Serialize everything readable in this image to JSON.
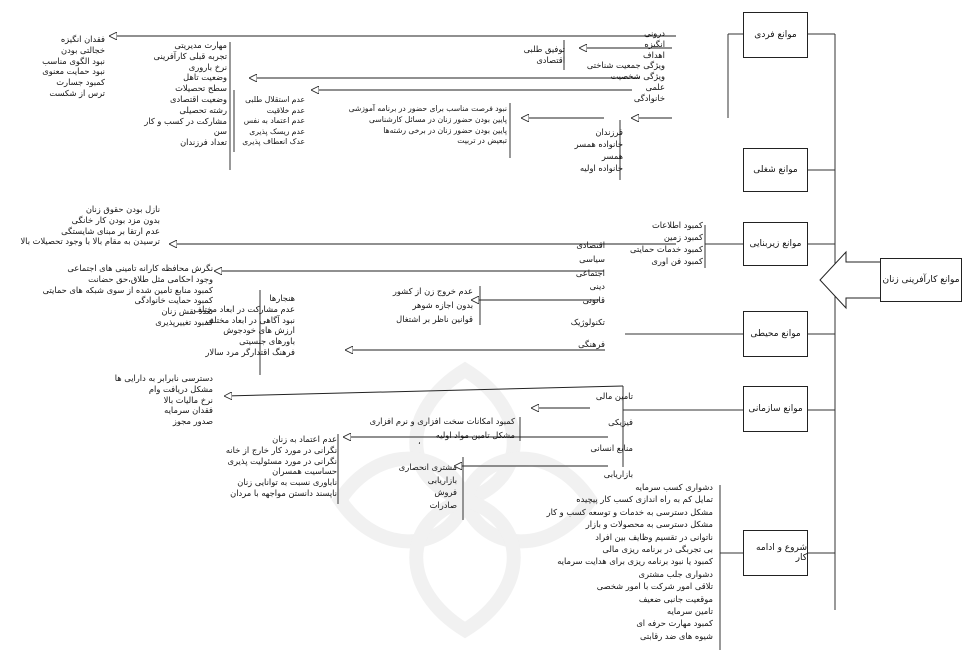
{
  "root": "موانع کارآفرینی زنان",
  "categories": {
    "individual": "موانع فردی",
    "job": "موانع شغلی",
    "infrastructure": "موانع زیربنایی",
    "environmental": "موانع محیطی",
    "organizational": "موانع سازمانی",
    "startup": "شروع و ادامه کار"
  },
  "individual_branch": {
    "items": [
      "درونی",
      "انگیزه",
      "اهداف",
      "ویژگی جمعیت شناختی",
      "ویژگی شخصیت",
      "علمی",
      "خانوادگی"
    ],
    "inner": [
      "فقدان انگیزه",
      "خجالتی بودن",
      "نبود الگوی مناسب",
      "نبود حمایت معنوی",
      "کمبود جسارت",
      "ترس از شکست"
    ],
    "goals": [
      "توفیق طلبی",
      "اقتصادی"
    ],
    "demographic": [
      "مهارت مدیریتی",
      "تجربه قبلی کارآفرینی",
      "نرخ باروری",
      "وضعیت تاهل",
      "سطح تحصیلات",
      "وضعیت اقتصادی",
      "رشته تحصیلی",
      "مشارکت در کسب و کار",
      "سن",
      "تعداد فرزندان"
    ],
    "personality": [
      "عدم استقلال طلبی",
      "عدم خلاقیت",
      "عدم اعتماد به نفس",
      "عدم ریسک پذیری",
      "عدک انعطاف پذیری"
    ],
    "scientific": [
      "نبود فرصت مناسب برای حضور در برنامه آموزشی",
      "پایین بودن حضور زنان در مسائل کارشناسی",
      "پایین بودن حضور زنان در برخی رشته‌ها",
      "تبعیض در تربیت"
    ],
    "family": [
      "فرزندان",
      "خانواده همسر",
      "همسر",
      "خانواده اولیه"
    ]
  },
  "infrastructure_branch": {
    "items": [
      "کمبود اطلاعات",
      "کمبود زمین",
      "کمبود خدمات حمایتی",
      "کمبود فن اوری"
    ]
  },
  "environmental_branch": {
    "items": [
      "اقتصادی",
      "سیاسی",
      "اجتماعی",
      "دینی",
      "قانونی",
      "تکنولوژیک",
      "فرهنگی"
    ],
    "economic": [
      "نازل بودن حقوق زنان",
      "بدون مزد بودن کار خانگی",
      "عدم ارتقا بر مبنای شایستگی",
      "ترسیدن به مقام بالا با وجود تحصیلات بالا"
    ],
    "social": [
      "نگرش محافظه کارانه تامینی های اجتماعی",
      "وجود احکامی مثل طلاق،حق حضانت",
      "کمبود منابع تامین شده از سوی شبکه های حمایتی",
      "کمبود حمایت خانوادگی",
      "تعدد نقش زنان",
      "کمبود تغییرپذیری"
    ],
    "legal": [
      "عدم خروج زن از کشور",
      "بدون اجازه شوهر",
      "قوانین ناظر بر اشتغال"
    ],
    "cultural": [
      "هنجارها",
      "عدم مشارکت در ابعاد مختلف",
      "نبود آگاهی در ابعاد مختلف",
      "ارزش های خودجوش",
      "باورهای جنسیتی",
      "فرهنگ اقتدارگر مرد سالار"
    ]
  },
  "organizational_branch": {
    "items": [
      "تامین مالی",
      "فیزیکی",
      "منابع انسانی",
      "بازاریابی"
    ],
    "finance": [
      "دسترسی نابرابر به دارایی ها",
      "مشکل دریافت وام",
      "نرخ مالیات بالا",
      "فقدان سرمایه",
      "صدور مجوز"
    ],
    "physical": [
      "کمبود امکانات سخت افزاری و نرم افزاری",
      "مشکل تامین مواد اولیه"
    ],
    "physical_mark": "،",
    "human": [
      "عدم اعتماد به زنان",
      "نگرانی در مورد کار خارج از خانه",
      "نگرانی در مورد مسئولیت پذیری",
      "حساسیت همسران",
      "ناباوری نسبت به توانایی زنان",
      "ناپسند دانستن مواجهه با مردان"
    ],
    "marketing": [
      "مشتری انحصاری",
      "بازاریابی",
      "فروش",
      "صادرات"
    ]
  },
  "startup_branch": {
    "items": [
      "دشواری کسب سرمایه",
      "تمایل کم به راه اندازی کسب  کار پیچیده",
      "مشکل دسترسی به خدمات و توسعه کسب و کار",
      "مشکل دسترسی به محصولات و بازار",
      "ناتوانی در تقسیم وظایف بین افراد",
      "بی تجربگی در برنامه ریزی مالی",
      "کمبود یا نبود برنامه ریزی برای هدایت سرمایه",
      "دشواری جلب مشتری",
      "تلاقی امور شرکت با امور شخصی",
      "موقعیت جانبی ضعیف",
      "تامین سرمایه",
      "کمبود مهارت حرفه ای",
      "شیوه های ضد رقابتی"
    ]
  }
}
